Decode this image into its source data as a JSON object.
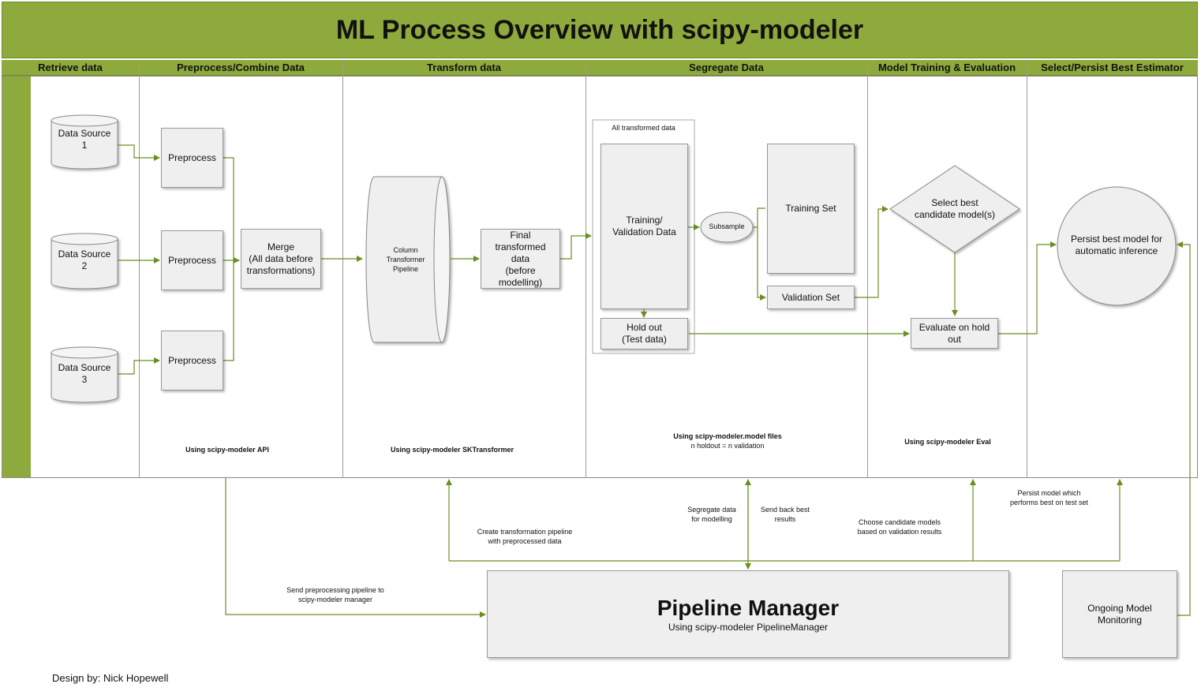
{
  "title": "ML Process Overview with scipy-modeler",
  "lanes": [
    "Retrieve data",
    "Preprocess/Combine Data",
    "Transform data",
    "Segregate Data",
    "Model Training & Evaluation",
    "Select/Persist Best Estimator"
  ],
  "sources": [
    {
      "line1": "Data Source",
      "line2": "1"
    },
    {
      "line1": "Data Source",
      "line2": "2"
    },
    {
      "line1": "Data Source",
      "line2": "3"
    }
  ],
  "preprocess": [
    "Preprocess",
    "Preprocess",
    "Preprocess"
  ],
  "merge": {
    "line1": "Merge",
    "line2": "(All data before",
    "line3": "transformations)"
  },
  "column_transformer": {
    "line1": "Column",
    "line2": "Transformer",
    "line3": "Pipeline"
  },
  "final_data": {
    "line1": "Final",
    "line2": "transformed",
    "line3": "data",
    "line4": "(before",
    "line5": "modelling)"
  },
  "all_transformed_label": "All transformed data",
  "train_val_data": {
    "line1": "Training/",
    "line2": "Validation Data"
  },
  "holdout": {
    "line1": "Hold out",
    "line2": "(Test data)"
  },
  "subsample": "Subsample",
  "training_set": "Training Set",
  "validation_set": "Validation Set",
  "select_best": {
    "line1": "Select best",
    "line2": "candidate model(s)"
  },
  "evaluate": {
    "line1": "Evaluate on hold",
    "line2": "out"
  },
  "persist": {
    "line1": "Persist best model for",
    "line2": "automatic inference"
  },
  "lane_notes": {
    "api": "Using scipy-modeler API",
    "sktransformer": "Using scipy-modeler SKTransformer",
    "model_files_1": "Using scipy-modeler.model files",
    "model_files_2": "n holdout = n validation",
    "eval": "Using scipy-modeler Eval"
  },
  "flow_notes": {
    "send_preproc_1": "Send preprocessing pipeline to",
    "send_preproc_2": "scipy-modeler manager",
    "create_transform_1": "Create transformation pipeline",
    "create_transform_2": "with preprocessed data",
    "segregate_1": "Segregate data",
    "segregate_2": "for modelling",
    "send_back_1": "Send back best",
    "send_back_2": "results",
    "choose_1": "Choose candidate models",
    "choose_2": "based on validation results",
    "persist_1": "Persist model which",
    "persist_2": "performs best on test set"
  },
  "pipeline_manager": {
    "title": "Pipeline Manager",
    "subtitle": "Using scipy-modeler PipelineManager"
  },
  "monitoring": {
    "line1": "Ongoing Model",
    "line2": "Monitoring"
  },
  "credit": "Design by: Nick Hopewell",
  "colors": {
    "accent": "#8faa3c",
    "connector": "#6b8e23",
    "box_fill": "#efefef"
  }
}
